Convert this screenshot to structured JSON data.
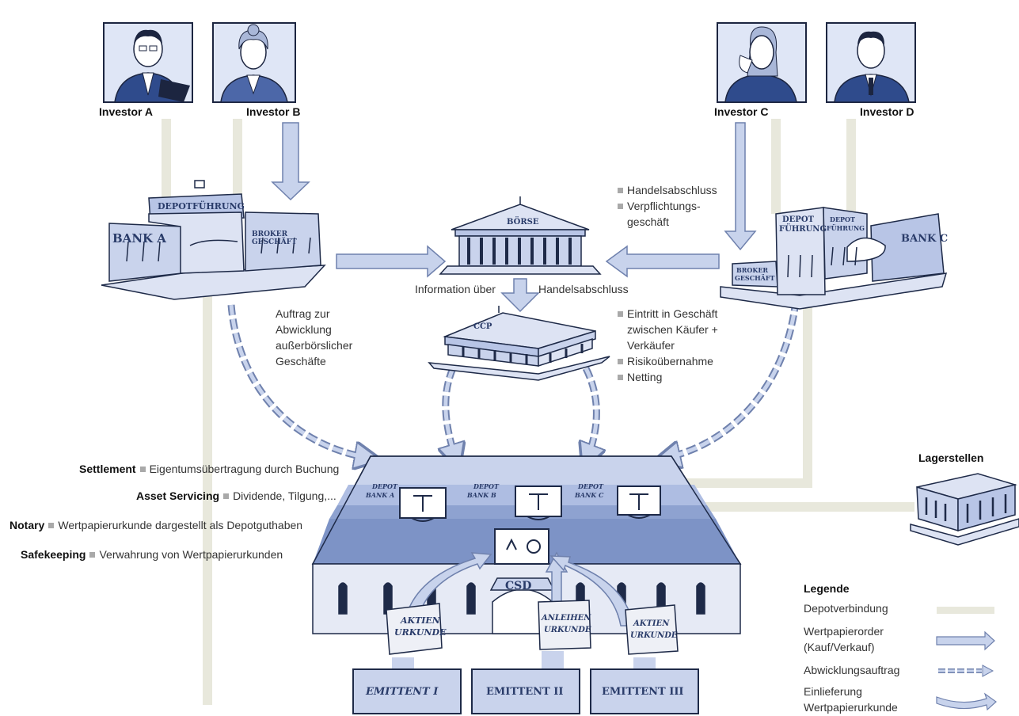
{
  "investors": [
    {
      "label": "Investor A",
      "icon": "investor-a-portrait"
    },
    {
      "label": "Investor B",
      "icon": "investor-b-portrait"
    },
    {
      "label": "Investor C",
      "icon": "investor-c-portrait"
    },
    {
      "label": "Investor D",
      "icon": "investor-d-portrait"
    }
  ],
  "bank_a": {
    "depot": "DEPOTFÜHRUNG",
    "name": "BANK A",
    "broker_line1": "BROKER",
    "broker_line2": "GESCHÄFT"
  },
  "bank_c": {
    "depot1_line1": "DEPOT",
    "depot1_line2": "FÜHRUNG",
    "depot2_line1": "DEPOT",
    "depot2_line2": "FÜHRUNG",
    "name": "BANK C",
    "broker_line1": "BROKER",
    "broker_line2": "GESCHÄFT"
  },
  "boerse": {
    "name": "BÖRSE"
  },
  "ccp": {
    "name": "CCP"
  },
  "csd": {
    "name": "CSD",
    "depot_a_1": "DEPOT",
    "depot_a_2": "BANK A",
    "depot_b_1": "DEPOT",
    "depot_b_2": "BANK B",
    "depot_c_1": "DEPOT",
    "depot_c_2": "BANK C"
  },
  "boerse_notes": [
    "Handelsabschluss",
    "Verpflichtungs-",
    "geschäft"
  ],
  "info_left": "Information über",
  "info_right": "Handelsabschluss",
  "auftrag_note": [
    "Auftrag zur",
    "Abwicklung",
    "außerbörslicher",
    "Geschäfte"
  ],
  "ccp_notes": [
    {
      "bullet": true,
      "text": "Eintritt in Geschäft"
    },
    {
      "bullet": false,
      "text": "zwischen Käufer +"
    },
    {
      "bullet": false,
      "text": "Verkäufer"
    },
    {
      "bullet": true,
      "text": "Risikoübernahme"
    },
    {
      "bullet": true,
      "text": "Netting"
    }
  ],
  "functions": [
    {
      "title": "Settlement",
      "desc": "Eigentumsübertragung durch Buchung"
    },
    {
      "title": "Asset Servicing",
      "desc": "Dividende, Tilgung,..."
    },
    {
      "title": "Notary",
      "desc": "Wertpapierurkunde dargestellt als Depotguthaben"
    },
    {
      "title": "Safekeeping",
      "desc": "Verwahrung von Wertpapierurkunden"
    }
  ],
  "lagerstellen": "Lagerstellen",
  "certificates": [
    {
      "line1": "AKTIEN",
      "line2": "URKUNDE"
    },
    {
      "line1": "ANLEIHEN",
      "line2": "URKUNDE"
    },
    {
      "line1": "AKTIEN",
      "line2": "URKUNDE"
    }
  ],
  "emittents": [
    "EMITTENT I",
    "EMITTENT II",
    "EMITTENT III"
  ],
  "legend": {
    "title": "Legende",
    "items": [
      {
        "label": "Depotverbindung",
        "swatch": "depot-line"
      },
      {
        "label": "Wertpapierorder\n(Kauf/Verkauf)",
        "swatch": "order-arrow"
      },
      {
        "label": "Abwicklungsauftrag",
        "swatch": "dashed-arrow"
      },
      {
        "label": "Einlieferung\nWertpapierurkunde",
        "swatch": "delivery-arrow"
      }
    ]
  },
  "colors": {
    "depot_line": "#e8e8dc",
    "arrow_fill": "#c8d3ec",
    "arrow_stroke": "#6f81ad",
    "building_fill": "#c9d3ec",
    "building_stroke": "#1e2a48",
    "csd_band": "#7d93c6"
  }
}
